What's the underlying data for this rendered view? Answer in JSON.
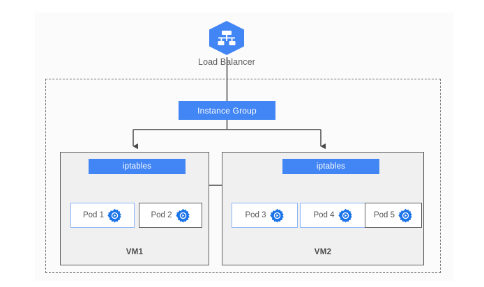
{
  "diagram": {
    "title_icon": "load-balancer-hexagon-icon",
    "load_balancer": {
      "label": "Load Balancer"
    },
    "instance_group": {
      "label": "Instance Group"
    },
    "vms": [
      {
        "id": "vm1",
        "label": "VM1",
        "iptables_label": "iptables",
        "pods": [
          {
            "label": "Pod 1",
            "highlighted": true,
            "icon": "gear-icon"
          },
          {
            "label": "Pod 2",
            "highlighted": false,
            "icon": "gear-icon"
          }
        ]
      },
      {
        "id": "vm2",
        "label": "VM2",
        "iptables_label": "iptables",
        "pods": [
          {
            "label": "Pod 3",
            "highlighted": true,
            "icon": "gear-icon"
          },
          {
            "label": "Pod 4",
            "highlighted": true,
            "icon": "gear-icon"
          },
          {
            "label": "Pod 5",
            "highlighted": false,
            "icon": "gear-icon"
          }
        ]
      }
    ],
    "colors": {
      "accent_blue": "#4285f4",
      "highlight_border": "#8ab4f8",
      "line_gray": "#5f5f5f",
      "vm_fill": "#f0f0f0",
      "dashed_boundary": "#6e6e6e",
      "text_gray": "#555555"
    }
  }
}
